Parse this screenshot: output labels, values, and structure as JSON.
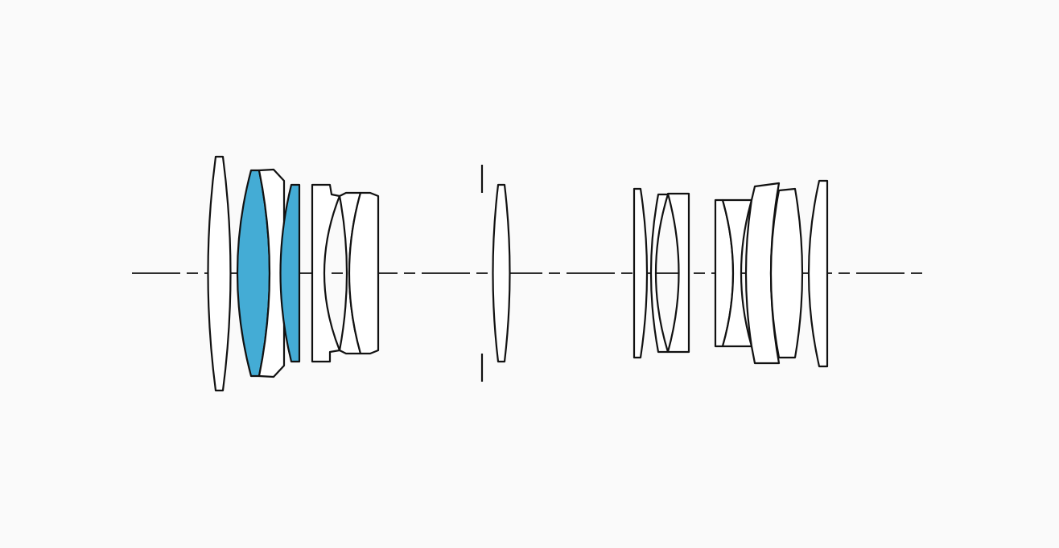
{
  "diagram": {
    "type": "lens-construction",
    "colors": {
      "background": "#fafafa",
      "lens_fill": "#ffffff",
      "special_element_fill": "#44acd5",
      "outline": "#111111"
    },
    "groups": [
      {
        "name": "front-group",
        "element_count": 8,
        "special_elements": 2
      },
      {
        "name": "aperture-element",
        "element_count": 1,
        "special_elements": 0
      },
      {
        "name": "rear-group",
        "element_count": 9,
        "special_elements": 0
      }
    ],
    "has_optical_axis": true,
    "has_aperture_stop": true
  }
}
